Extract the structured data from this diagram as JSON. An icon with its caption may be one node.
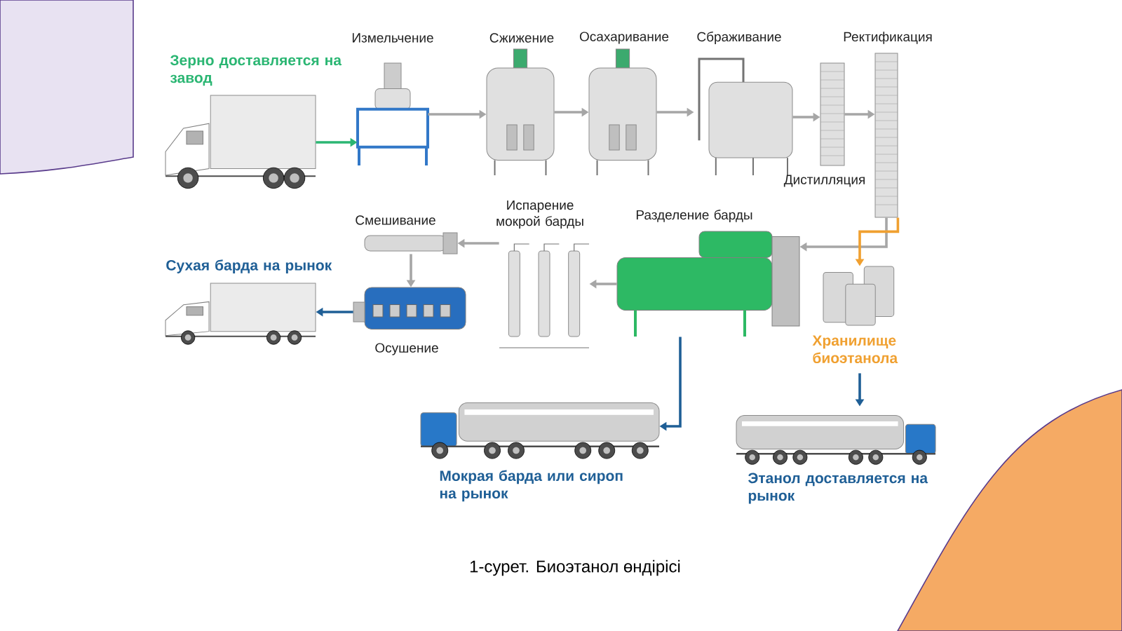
{
  "diagram": {
    "caption": "1-сурет. Биоэтанол өндірісі",
    "nodes": [
      {
        "text": [
          "Зерно доставляется на завод"
        ]
      },
      {
        "text": [
          "Измельчение"
        ]
      },
      {
        "text": [
          "Сжижение"
        ]
      },
      {
        "text": [
          "Осахаривание"
        ]
      },
      {
        "text": [
          "Сбраживание"
        ]
      },
      {
        "text": [
          "Дистилляция"
        ]
      },
      {
        "text": [
          "Ректификация"
        ]
      },
      {
        "text": [
          "Разделение барды"
        ]
      },
      {
        "text": [
          "Испарение мокрой барды"
        ]
      },
      {
        "text": [
          "Смешивание"
        ]
      },
      {
        "text": [
          "Осушение"
        ]
      },
      {
        "text": [
          "Сухая барда на рынок"
        ]
      },
      {
        "text": [
          "Хранилище биоэтанола"
        ]
      },
      {
        "text": [
          "Мокрая барда или сироп на рынок"
        ]
      },
      {
        "text": [
          "Этанол доставляется на рынок"
        ]
      }
    ],
    "edges": [
      {
        "from": 0,
        "to": 1,
        "arrow": "to",
        "color": "#2bb673"
      },
      {
        "from": 1,
        "to": 2,
        "arrow": "to"
      },
      {
        "from": 2,
        "to": 3,
        "arrow": "to"
      },
      {
        "from": 3,
        "to": 4,
        "arrow": "to"
      },
      {
        "from": 4,
        "to": 5,
        "arrow": "to"
      },
      {
        "from": 5,
        "to": 6,
        "arrow": "to"
      },
      {
        "from": 6,
        "to": 7,
        "arrow": "to"
      },
      {
        "from": 6,
        "to": 12,
        "arrow": "to",
        "color": "#f0a030"
      },
      {
        "from": 7,
        "to": 8,
        "arrow": "to"
      },
      {
        "from": 8,
        "to": 9,
        "arrow": "to"
      },
      {
        "from": 9,
        "to": 10,
        "arrow": "to"
      },
      {
        "from": 10,
        "to": 11,
        "arrow": "to",
        "color": "#1f5f96"
      },
      {
        "from": 7,
        "to": 13,
        "arrow": "to",
        "color": "#1f5f96"
      },
      {
        "from": 12,
        "to": 14,
        "arrow": "to",
        "color": "#1f5f96"
      }
    ]
  }
}
